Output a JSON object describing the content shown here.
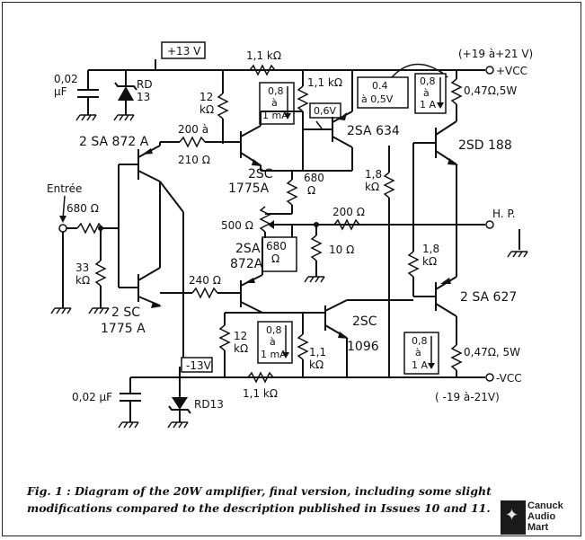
{
  "labels": {
    "pos_rail_box": "+13 V",
    "neg_rail_box": "-13V",
    "vcc_pos_range": "(+19 à+21 V)",
    "vcc_pos": "+VCC",
    "vcc_neg": "-VCC",
    "vcc_neg_range": "( -19 à-21V)",
    "cap_top_1": "0,02",
    "cap_top_2": "µF",
    "zener_top_1": "RD",
    "zener_top_2": "13",
    "zener_bottom": "RD13",
    "cap_bottom": "0,02 µF",
    "q1": "2 SA 872 A",
    "q2_1": "2SC",
    "q2_2": "1775A",
    "q3_1": "2 SC",
    "q3_2": "1775 A",
    "q4_1": "2SA",
    "q4_2": "872A",
    "q5": "2SA 634",
    "q6_1": "2SC",
    "q6_2": "1096",
    "q7": "2SD 188",
    "q8": "2 SA 627",
    "r_12k_top_1": "12",
    "r_12k_top_2": "kΩ",
    "r_12k_bot_1": "12",
    "r_12k_bot_2": "kΩ",
    "r_11k_top": "1,1 kΩ",
    "r_11k_mid": "1,1 kΩ",
    "r_11k_bot_1": "1,1",
    "r_11k_bot_2": "kΩ",
    "r_11k_bottom": "1,1 kΩ",
    "r_200_210_1": "200 à",
    "r_200_210_2": "210 Ω",
    "r_680_in": "680 Ω",
    "r_33k_1": "33",
    "r_33k_2": "kΩ",
    "r_680_a_1": "680",
    "r_680_a_2": "Ω",
    "r_680_b_1": "680",
    "r_680_b_2": "Ω",
    "pot_500": "500 Ω",
    "r_200_fb": "200 Ω",
    "r_10": "10 Ω",
    "r_240": "240 Ω",
    "r_18k_a_1": "1,8",
    "r_18k_a_2": "kΩ",
    "r_18k_b_1": "1,8",
    "r_18k_b_2": "kΩ",
    "r_047_top": "0,47Ω,5W",
    "r_047_bot": "0,47Ω, 5W",
    "meter_08_1mA_top_1": "0,8",
    "meter_08_1mA_top_2": "à",
    "meter_08_1mA_top_3": "1 mA",
    "meter_06v": "0,6V",
    "meter_04_05_1": "0.4",
    "meter_04_05_2": "à 0,5V",
    "meter_08_1A_top_1": "0,8",
    "meter_08_1A_top_2": "à",
    "meter_08_1A_top_3": "1 A",
    "meter_08_1mA_bot_1": "0,8",
    "meter_08_1mA_bot_2": "à",
    "meter_08_1mA_bot_3": "1 mA",
    "meter_08_1A_bot_1": "0,8",
    "meter_08_1A_bot_2": "à",
    "meter_08_1A_bot_3": "1 A",
    "input": "Entrée",
    "output": "H. P."
  },
  "caption": "Fig. 1 : Diagram of the 20W amplifier, final version, including some slight modifications compared to the description published in Issues 10 and 11.",
  "logo": {
    "line1": "Canuck",
    "line2": "Audio",
    "line3": "Mart"
  }
}
